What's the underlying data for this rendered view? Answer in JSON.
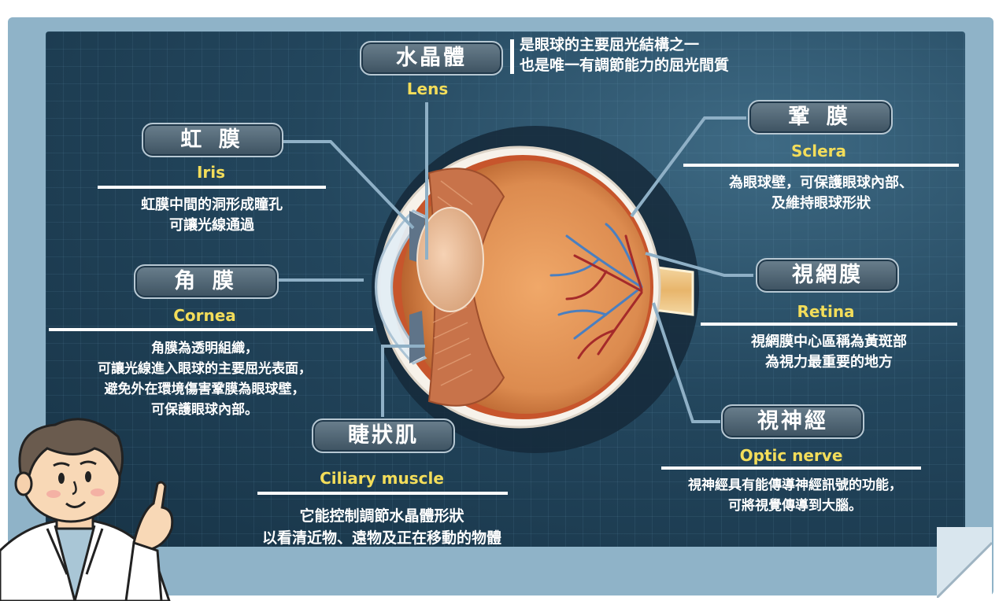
{
  "lens": {
    "zh": "水晶體",
    "en": "Lens",
    "desc": [
      "是眼球的主要屈光結構之一",
      "也是唯一有調節能力的屈光間質"
    ]
  },
  "iris": {
    "zh": "虹 膜",
    "en": "Iris",
    "desc": [
      "虹膜中間的洞形成瞳孔",
      "可讓光線通過"
    ]
  },
  "cornea": {
    "zh": "角 膜",
    "en": "Cornea",
    "desc": [
      "角膜為透明組織，",
      "可讓光線進入眼球的主要屈光表面，",
      "避免外在環境傷害鞏膜為眼球壁，",
      "可保護眼球內部。"
    ]
  },
  "ciliary": {
    "zh": "睫狀肌",
    "en": "Ciliary muscle",
    "desc": [
      "它能控制調節水晶體形狀",
      "以看清近物、遠物及正在移動的物體"
    ]
  },
  "sclera": {
    "zh": "鞏 膜",
    "en": "Sclera",
    "desc": [
      "為眼球壁，可保護眼球內部、",
      "及維持眼球形狀"
    ]
  },
  "retina": {
    "zh": "視網膜",
    "en": "Retina",
    "desc": [
      "視網膜中心區稱為黃斑部",
      "為視力最重要的地方"
    ]
  },
  "optic": {
    "zh": "視神經",
    "en": "Optic nerve",
    "desc": [
      "視神經具有能傳導神經訊號的功能，",
      "可將視覺傳導到大腦。"
    ]
  },
  "colors": {
    "board": "#1d3d53",
    "frame": "#8fb3c8",
    "label_en": "#f3dd5a",
    "eyeball": "#d98a4f",
    "vein": "#4a7fc0",
    "artery": "#a52a2a"
  },
  "illustration": {
    "eye": "eyeball-cross-section",
    "character": "doctor-cartoon"
  }
}
